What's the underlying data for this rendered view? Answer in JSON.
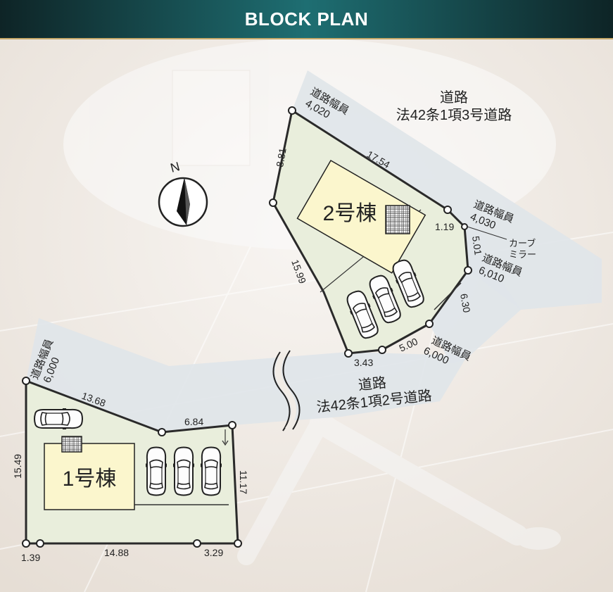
{
  "header": {
    "title": "BLOCK PLAN"
  },
  "compass": {
    "label": "N",
    "icon": "north-arrow-icon"
  },
  "roads": {
    "top": {
      "line1": "道路",
      "line2": "法42条1項3号道路"
    },
    "bottom": {
      "line1": "道路",
      "line2": "法42条1項2号道路"
    }
  },
  "road_widths": {
    "top_left": {
      "label": "道路幅員",
      "value": "4,020"
    },
    "right_upper": {
      "label": "道路幅員",
      "value": "4,030"
    },
    "right_mid": {
      "label": "道路幅員",
      "value": "6,010"
    },
    "right_lower": {
      "label": "道路幅員",
      "value": "6,000"
    },
    "far_left": {
      "label": "道路幅員",
      "value": "6,000"
    }
  },
  "curve_mirror": {
    "line1": "カーブ",
    "line2": "ミラー"
  },
  "lots": {
    "lot2": {
      "house_label": "2号棟"
    },
    "lot1": {
      "house_label": "1号棟"
    }
  },
  "dimensions": {
    "lot2": [
      "8.81",
      "17.54",
      "1.19",
      "5.01",
      "6.30",
      "5.00",
      "3.43",
      "15.99"
    ],
    "lot1": [
      "13.68",
      "6.84",
      "11.17",
      "15.49",
      "1.39",
      "14.88",
      "3.29"
    ]
  },
  "colors": {
    "lot_fill": "#e9eedc",
    "house_fill": "#fbf6cd",
    "road_fill": "#dfe4e8",
    "boundary": "#2a2a2a",
    "header_teal": "#1e6e72"
  }
}
